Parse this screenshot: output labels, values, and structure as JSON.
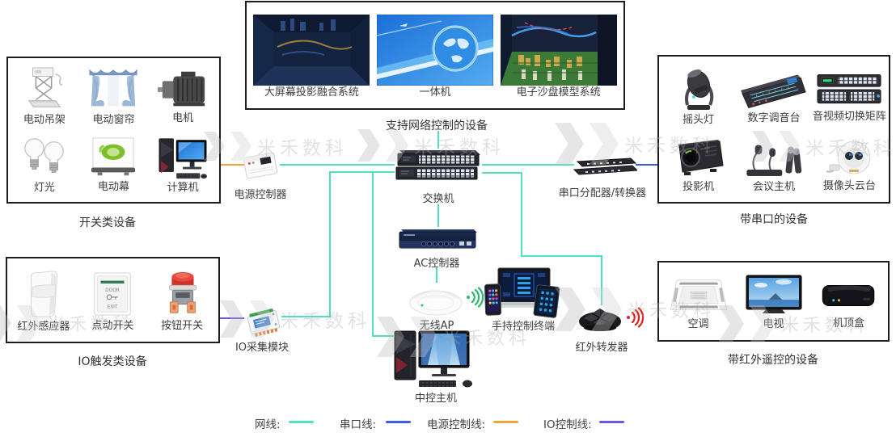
{
  "watermark": {
    "text": "米禾数科"
  },
  "colors": {
    "net": "#4FE0C4",
    "serial": "#3C5BE6",
    "power": "#F2A43C",
    "io": "#6A56EE",
    "wifi": "#2BB673",
    "ir": "#E02020"
  },
  "boxes": {
    "switch_devices": {
      "caption": "开关类设备",
      "items": [
        {
          "label": "电动吊架"
        },
        {
          "label": "电动窗帘"
        },
        {
          "label": "电机"
        },
        {
          "label": "灯光"
        },
        {
          "label": "电动幕"
        },
        {
          "label": "计算机"
        }
      ]
    },
    "network_devices": {
      "caption": "支持网络控制的设备",
      "items": [
        {
          "label": "大屏幕投影融合系统"
        },
        {
          "label": "一体机"
        },
        {
          "label": "电子沙盘模型系统"
        }
      ]
    },
    "serial_devices": {
      "caption": "带串口的设备",
      "items": [
        {
          "label": "摇头灯"
        },
        {
          "label": "数字调音台"
        },
        {
          "label": "音视频切换矩阵"
        },
        {
          "label": "投影机"
        },
        {
          "label": "会议主机"
        },
        {
          "label": "摄像头云台"
        }
      ]
    },
    "io_devices": {
      "caption": "IO触发类设备",
      "items": [
        {
          "label": "红外感应器"
        },
        {
          "label": "点动开关"
        },
        {
          "label": "按钮开关"
        }
      ]
    },
    "ir_devices": {
      "caption": "带红外遥控的设备",
      "items": [
        {
          "label": "空调"
        },
        {
          "label": "电视"
        },
        {
          "label": "机顶盒"
        }
      ]
    }
  },
  "nodes": {
    "power_controller": {
      "label": "电源控制器"
    },
    "switch": {
      "label": "交换机"
    },
    "serial_splitter": {
      "label": "串口分配器/转换器"
    },
    "ac_controller": {
      "label": "AC控制器"
    },
    "wireless_ap": {
      "label": "无线AP"
    },
    "handheld_terminal": {
      "label": "手持控制终端"
    },
    "ir_repeater": {
      "label": "红外转发器"
    },
    "central_host": {
      "label": "中控主机"
    },
    "io_module": {
      "label": "IO采集模块"
    }
  },
  "exit_button": {
    "door": "DOOR",
    "exit": "EXIT"
  },
  "legend": {
    "items": [
      {
        "label": "网线:",
        "color": "#4FE0C4"
      },
      {
        "label": "串口线:",
        "color": "#3C5BE6"
      },
      {
        "label": "电源控制线:",
        "color": "#F2A43C"
      },
      {
        "label": "IO控制线:",
        "color": "#6A56EE"
      }
    ]
  }
}
